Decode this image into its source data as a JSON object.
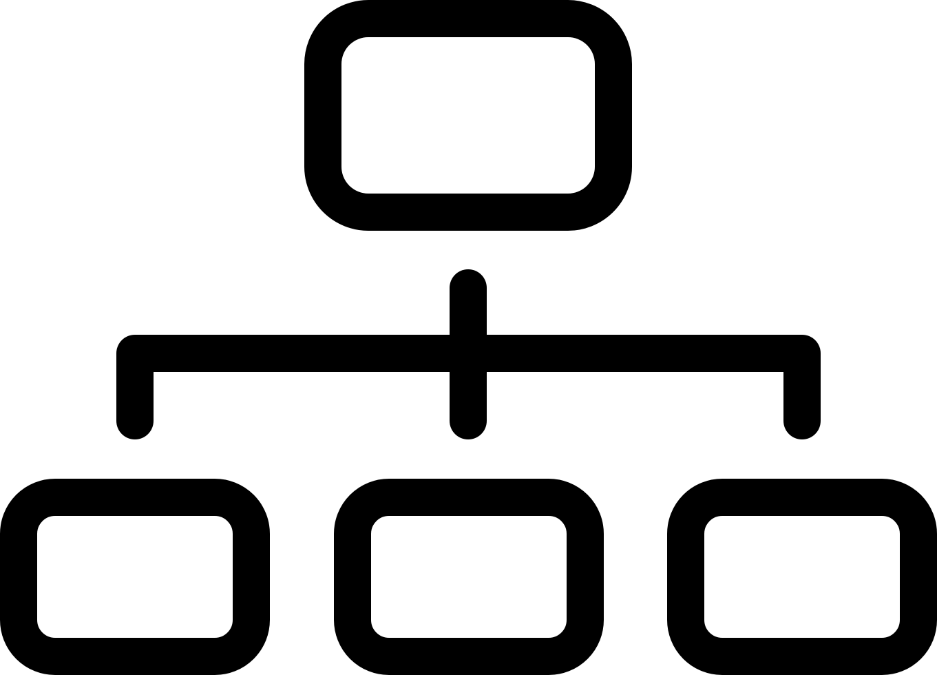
{
  "icon": "org-chart-icon",
  "colors": {
    "stroke": "#000000",
    "background": "#ffffff"
  },
  "diagram": {
    "root": {
      "name": "root-node"
    },
    "children": [
      {
        "name": "child-node-left"
      },
      {
        "name": "child-node-middle"
      },
      {
        "name": "child-node-right"
      }
    ]
  }
}
